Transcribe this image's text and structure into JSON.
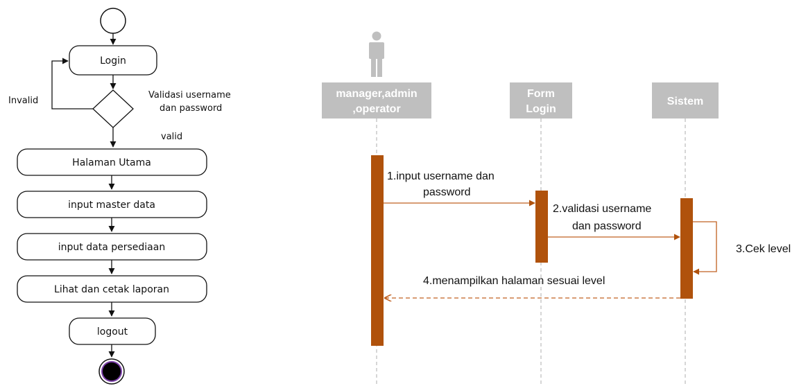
{
  "activity": {
    "nodes": {
      "login": "Login",
      "halaman_utama": "Halaman Utama",
      "input_master": "input master data",
      "input_persediaan": "input data persediaan",
      "lihat_cetak": "Lihat dan cetak laporan",
      "logout": "logout"
    },
    "decision_label_1": "Validasi username",
    "decision_label_2": "dan password",
    "invalid_label": "Invalid",
    "valid_label": "valid"
  },
  "sequence": {
    "lifelines": {
      "actor_line1": "manager,admin",
      "actor_line2": ",operator",
      "form_line1": "Form",
      "form_line2": "Login",
      "sistem": "Sistem"
    },
    "messages": {
      "m1_line1": "1.input username dan",
      "m1_line2": "password",
      "m2_line1": "2.validasi username",
      "m2_line2": "dan password",
      "m3": "3.Cek level",
      "m4": "4.menampilkan halaman sesuai level"
    },
    "colors": {
      "header_fill": "#bfbfbf",
      "activation": "#b0520c",
      "message_arrow": "#c06020",
      "actor_icon": "#bfbfbf",
      "lifeline": "#bfbfbf"
    }
  }
}
